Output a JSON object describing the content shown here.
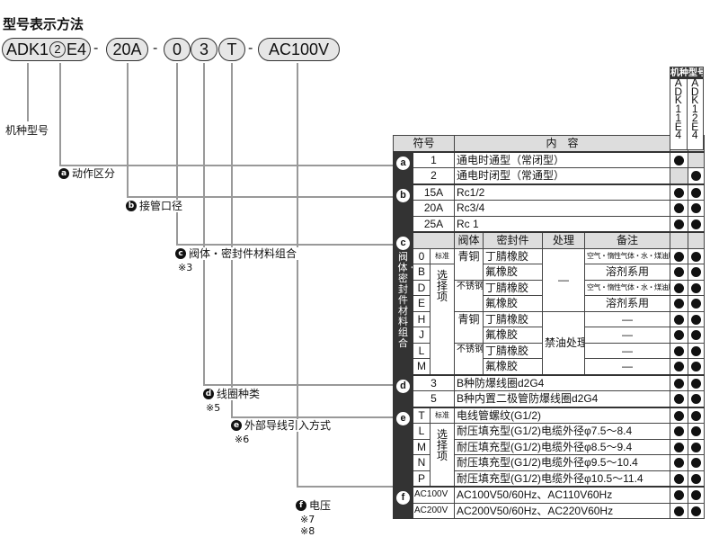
{
  "title": "型号表示方法",
  "model": {
    "p1a": "ADK1",
    "p1b": "2",
    "p1c": "E4",
    "p2": "20A",
    "p3": "0",
    "p4": "3",
    "p5": "T",
    "p6": "AC100V",
    "sep": "-"
  },
  "labels": {
    "model": "机种型号",
    "a": "动作区分",
    "b": "接管口径",
    "c": "阀体・密封件材料组合",
    "c_note": "※3",
    "d": "线圈种类",
    "d_note": "※5",
    "e": "外部导线引入方式",
    "e_note": "※6",
    "f": "电压",
    "f_note1": "※7",
    "f_note2": "※8"
  },
  "letters": {
    "a": "a",
    "b": "b",
    "c": "c",
    "d": "d",
    "e": "e",
    "f": "f"
  },
  "model_box": {
    "title": "机种型号",
    "col1": "ADK11E4",
    "col2": "ADK12E4"
  },
  "table": {
    "header": {
      "symbol": "符号",
      "content": "内　容"
    },
    "a": {
      "rows": [
        {
          "sym": "1",
          "content": "通电时通型（常闭型）",
          "marks": [
            true,
            false
          ]
        },
        {
          "sym": "2",
          "content": "通电时闭型（常通型）",
          "marks": [
            false,
            true
          ]
        }
      ]
    },
    "b": {
      "rows": [
        {
          "sym": "15A",
          "content": "Rc1/2",
          "marks": [
            true,
            true
          ]
        },
        {
          "sym": "20A",
          "content": "Rc3/4",
          "marks": [
            true,
            true
          ]
        },
        {
          "sym": "25A",
          "content": "Rc  1",
          "marks": [
            true,
            true
          ]
        }
      ]
    },
    "c": {
      "vertical": "阀体・密封件材料组合",
      "cols": {
        "body": "阀体",
        "seal": "密封件",
        "treat": "处理",
        "remark": "备注"
      },
      "standard": "标准",
      "option": "选择项",
      "bronze": "青铜",
      "stainless": "不锈钢",
      "none": "—",
      "oilfree": "禁油处理",
      "rows": [
        {
          "sym": "0",
          "seal": "丁腈橡胶",
          "remark": "空气・惰性气体・水・煤油用",
          "marks": [
            true,
            true
          ]
        },
        {
          "sym": "B",
          "seal": "氟橡胶",
          "remark": "溶剂系用",
          "marks": [
            true,
            true
          ]
        },
        {
          "sym": "D",
          "seal": "丁腈橡胶",
          "remark": "空气・惰性气体・水・煤油用",
          "marks": [
            true,
            true
          ]
        },
        {
          "sym": "E",
          "seal": "氟橡胶",
          "remark": "溶剂系用",
          "marks": [
            true,
            true
          ]
        },
        {
          "sym": "H",
          "seal": "丁腈橡胶",
          "remark": "—",
          "marks": [
            true,
            true
          ]
        },
        {
          "sym": "J",
          "seal": "氟橡胶",
          "remark": "—",
          "marks": [
            true,
            true
          ]
        },
        {
          "sym": "L",
          "seal": "丁腈橡胶",
          "remark": "—",
          "marks": [
            true,
            true
          ]
        },
        {
          "sym": "M",
          "seal": "氟橡胶",
          "remark": "—",
          "marks": [
            true,
            true
          ]
        }
      ]
    },
    "d": {
      "rows": [
        {
          "sym": "3",
          "content": "B种防爆线圈d2G4",
          "marks": [
            true,
            true
          ]
        },
        {
          "sym": "5",
          "content": "B种内置二极管防爆线圈d2G4",
          "marks": [
            true,
            true
          ]
        }
      ]
    },
    "e": {
      "standard": "标准",
      "option": "选择项",
      "rows": [
        {
          "sym": "T",
          "content": "电线管螺纹(G1/2)",
          "marks": [
            true,
            true
          ]
        },
        {
          "sym": "L",
          "content": "耐压填充型(G1/2)电缆外径φ7.5～8.4",
          "marks": [
            true,
            true
          ]
        },
        {
          "sym": "M",
          "content": "耐压填充型(G1/2)电缆外径φ8.5～9.4",
          "marks": [
            true,
            true
          ]
        },
        {
          "sym": "N",
          "content": "耐压填充型(G1/2)电缆外径φ9.5～10.4",
          "marks": [
            true,
            true
          ]
        },
        {
          "sym": "P",
          "content": "耐压填充型(G1/2)电缆外径φ10.5～11.4",
          "marks": [
            true,
            true
          ]
        }
      ]
    },
    "f": {
      "rows": [
        {
          "sym": "AC100V",
          "content": "AC100V50/60Hz、AC110V60Hz",
          "marks": [
            true,
            true
          ]
        },
        {
          "sym": "AC200V",
          "content": "AC200V50/60Hz、AC220V60Hz",
          "marks": [
            true,
            true
          ]
        }
      ]
    }
  }
}
